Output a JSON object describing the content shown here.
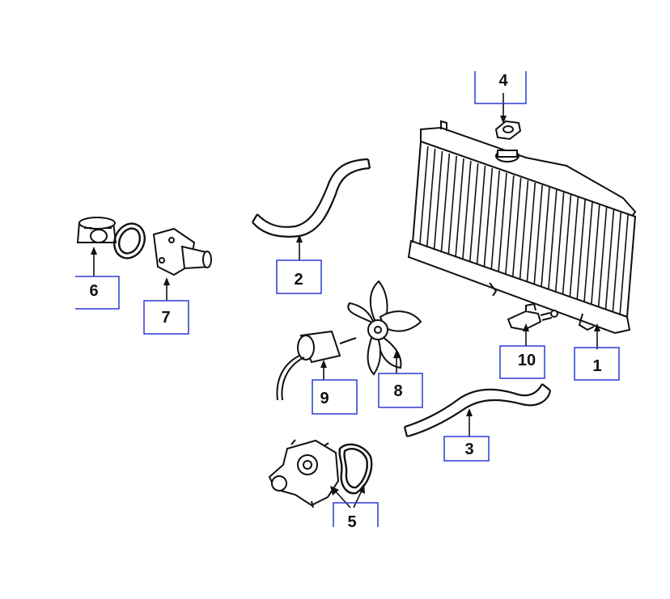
{
  "callouts": [
    {
      "id": "1",
      "label": "1"
    },
    {
      "id": "2",
      "label": "2"
    },
    {
      "id": "3",
      "label": "3"
    },
    {
      "id": "4",
      "label": "4"
    },
    {
      "id": "5",
      "label": "5"
    },
    {
      "id": "6",
      "label": "6"
    },
    {
      "id": "7",
      "label": "7"
    },
    {
      "id": "8",
      "label": "8"
    },
    {
      "id": "9",
      "label": "9"
    },
    {
      "id": "10",
      "label": "10"
    }
  ],
  "colors": {
    "callout_box": "#2a3bd6",
    "line_art": "#111111",
    "background": "#ffffff"
  }
}
